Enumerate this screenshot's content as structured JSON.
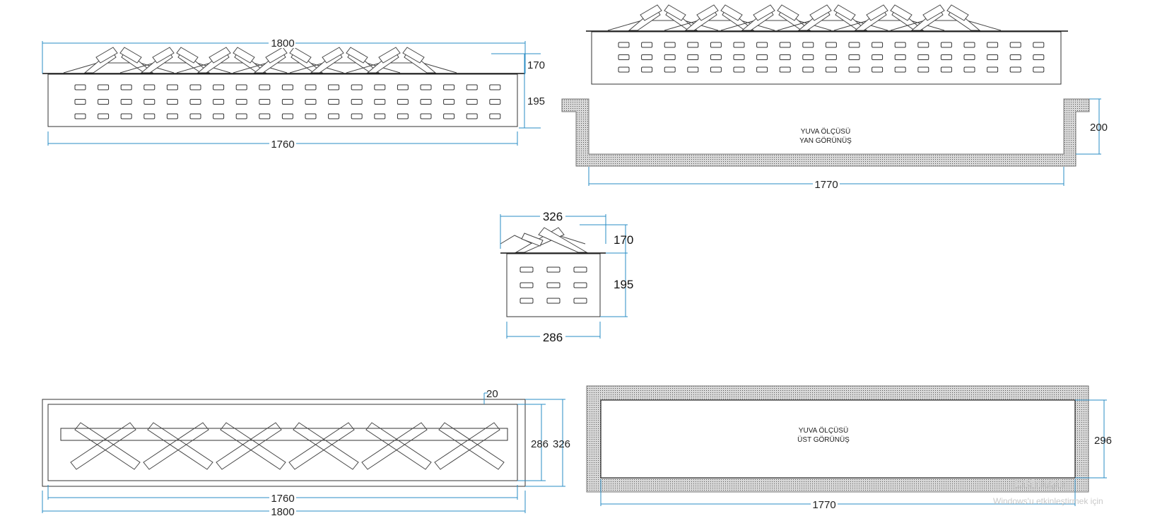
{
  "front_view": {
    "width_top": "1800",
    "flame_height": "170",
    "body_height": "195",
    "width_bottom": "1760"
  },
  "niche_side_view": {
    "note_line1": "YUVA ÖLÇÜSÜ",
    "note_line2": "YAN GÖRÜNÜŞ",
    "height": "200",
    "width": "1770"
  },
  "end_view": {
    "width_top": "326",
    "flame_height": "170",
    "body_height": "195",
    "width_bottom": "286"
  },
  "top_view": {
    "rim": "20",
    "inner_depth": "286",
    "outer_depth": "326",
    "inner_width": "1760",
    "outer_width": "1800"
  },
  "niche_top_view": {
    "note_line1": "YUVA ÖLÇÜSÜ",
    "note_line2": "ÜST GÖRÜNÜŞ",
    "depth": "296",
    "width": "1770"
  },
  "watermark": {
    "line1": "Etkinleştir",
    "line2": "Windows'u etkinleştirmek için"
  }
}
